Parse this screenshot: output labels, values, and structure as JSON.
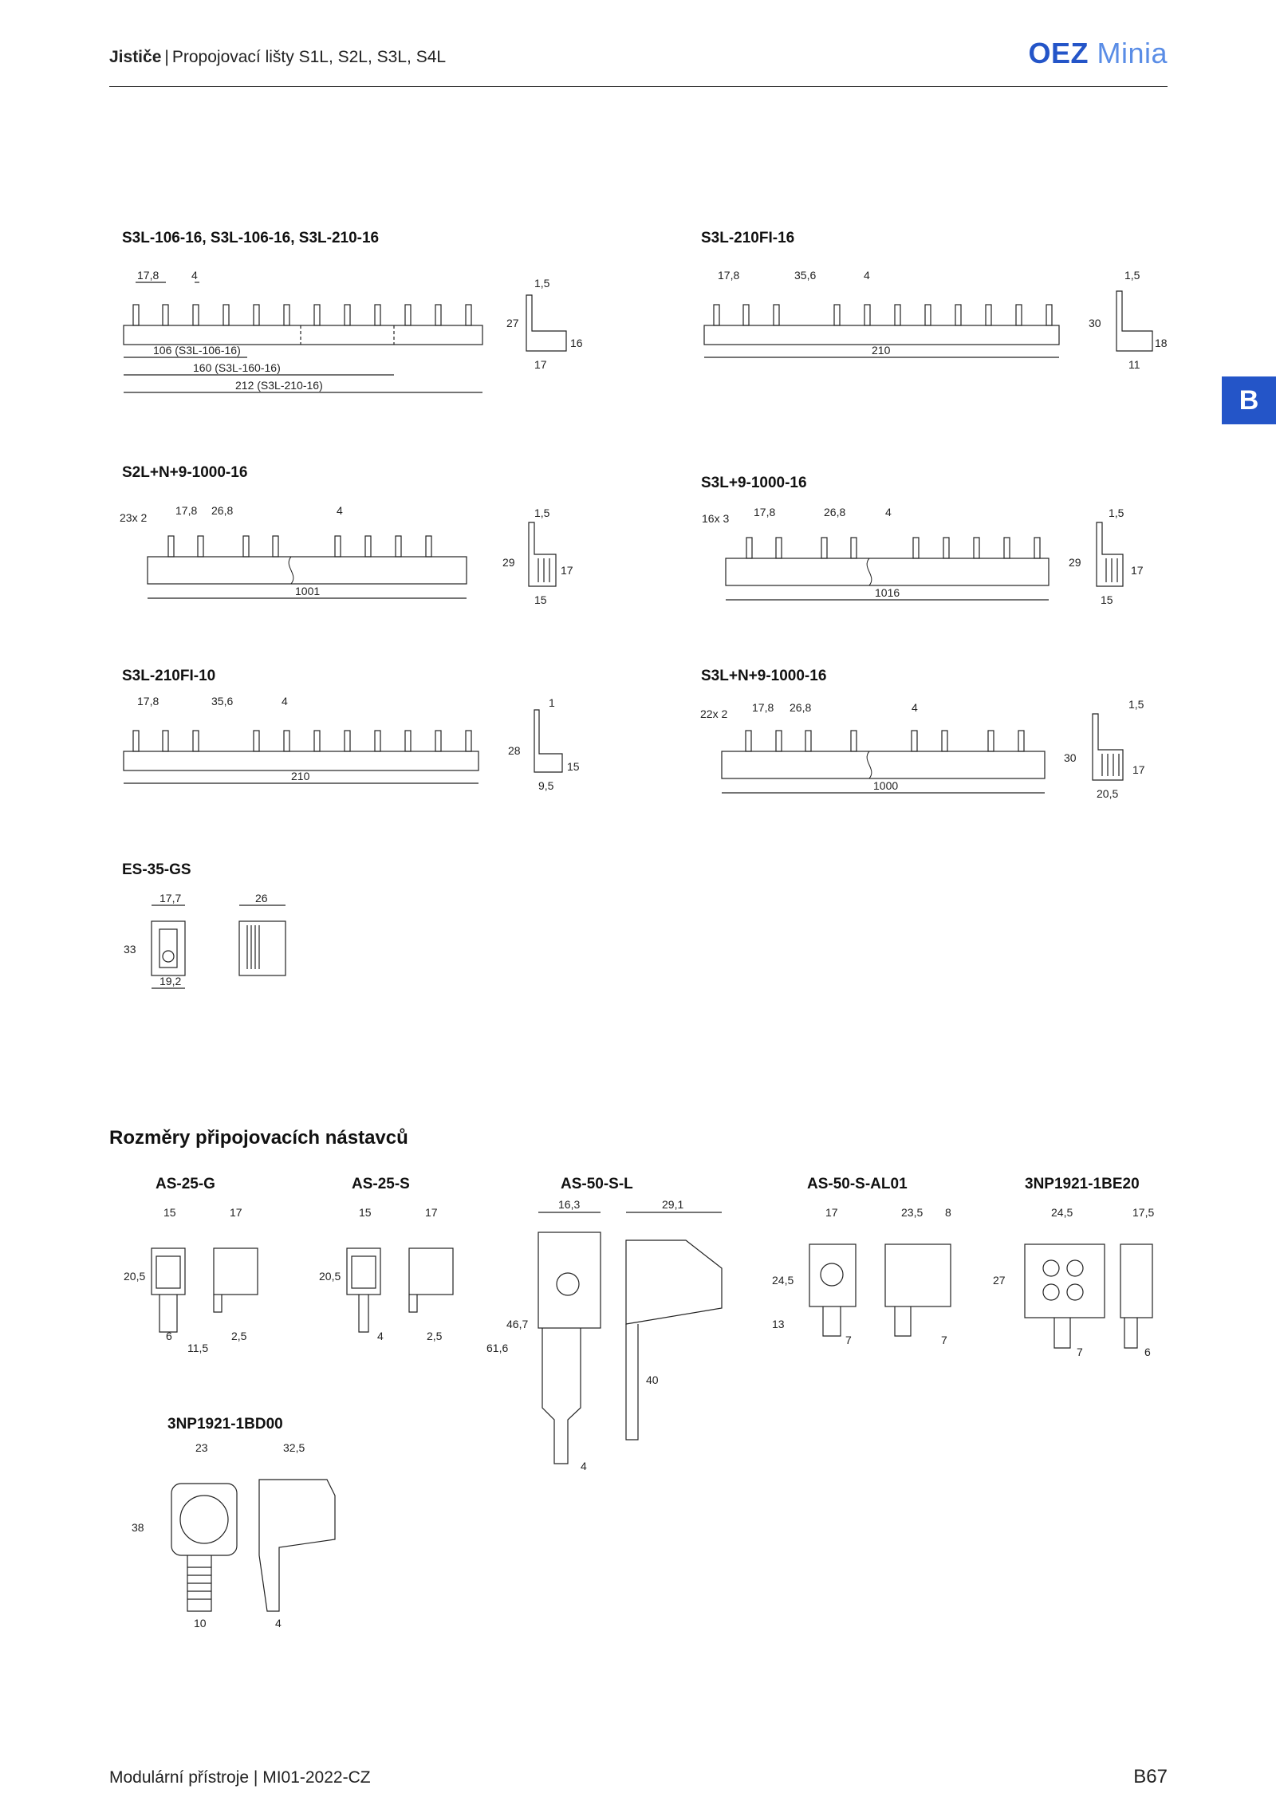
{
  "header": {
    "category": "Jističe",
    "title": "Propojovací lišty S1L, S2L, S3L, S4L",
    "brand_oez": "OEZ",
    "brand_minia": "Minia"
  },
  "side_tab": "B",
  "drawings": {
    "d1": {
      "title": "S3L-106-16, S3L-106-16, S3L-210-16",
      "dims": [
        "17,8",
        "4",
        "1,5",
        "27",
        "16",
        "17",
        "106 (S3L-106-16)",
        "160 (S3L-160-16)",
        "212 (S3L-210-16)"
      ]
    },
    "d2": {
      "title": "S3L-210FI-16",
      "dims": [
        "17,8",
        "35,6",
        "4",
        "1,5",
        "30",
        "18",
        "11",
        "210"
      ]
    },
    "d3": {
      "title": "S2L+N+9-1000-16",
      "dims": [
        "23x 2",
        "17,8",
        "26,8",
        "4",
        "1,5",
        "29",
        "17",
        "15",
        "1001"
      ]
    },
    "d4": {
      "title": "S3L+9-1000-16",
      "dims": [
        "16x 3",
        "17,8",
        "26,8",
        "4",
        "1,5",
        "29",
        "17",
        "15",
        "1016"
      ]
    },
    "d5": {
      "title": "S3L-210FI-10",
      "dims": [
        "17,8",
        "35,6",
        "4",
        "1",
        "28",
        "15",
        "9,5",
        "210"
      ]
    },
    "d6": {
      "title": "S3L+N+9-1000-16",
      "dims": [
        "22x 2",
        "17,8",
        "26,8",
        "4",
        "1,5",
        "30",
        "17",
        "20,5",
        "1000"
      ]
    },
    "d7": {
      "title": "ES-35-GS",
      "dims": [
        "17,7",
        "26",
        "33",
        "19,2"
      ]
    }
  },
  "section_title": "Rozměry připojovacích nástavců",
  "connectors": {
    "c1": {
      "title": "AS-25-G",
      "dims": [
        "15",
        "17",
        "20,5",
        "6",
        "11,5",
        "2,5"
      ]
    },
    "c2": {
      "title": "AS-25-S",
      "dims": [
        "15",
        "17",
        "20,5",
        "4",
        "2,5"
      ]
    },
    "c3": {
      "title": "AS-50-S-L",
      "dims": [
        "16,3",
        "29,1",
        "61,6",
        "46,7",
        "40",
        "4"
      ]
    },
    "c4": {
      "title": "AS-50-S-AL01",
      "dims": [
        "17",
        "23,5",
        "8",
        "24,5",
        "13",
        "7",
        "7"
      ]
    },
    "c5": {
      "title": "3NP1921-1BE20",
      "dims": [
        "24,5",
        "17,5",
        "27",
        "7",
        "6"
      ]
    },
    "c6": {
      "title": "3NP1921-1BD00",
      "dims": [
        "23",
        "32,5",
        "38",
        "10",
        "4"
      ]
    }
  },
  "footer": {
    "text": "Modulární přístroje | MI01-2022-CZ",
    "page": "B67"
  }
}
